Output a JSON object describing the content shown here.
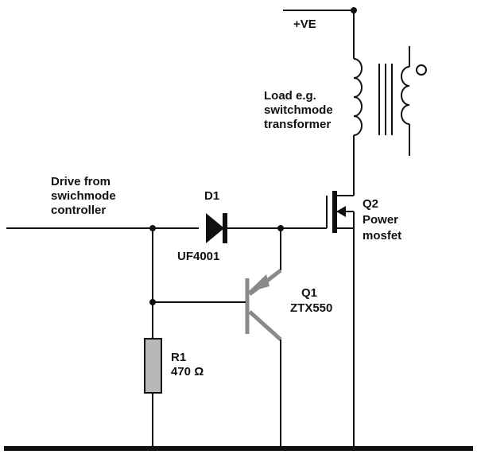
{
  "supply": {
    "label": "+VE"
  },
  "load": {
    "line1": "Load e.g.",
    "line2": "switchmode",
    "line3": "transformer"
  },
  "drive": {
    "line1": "Drive from",
    "line2": "swichmode",
    "line3": "controller"
  },
  "d1": {
    "ref": "D1",
    "part": "UF4001"
  },
  "q1": {
    "ref": "Q1",
    "part": "ZTX550"
  },
  "q2": {
    "ref": "Q2",
    "line2": "Power",
    "line3": "mosfet"
  },
  "r1": {
    "ref": "R1",
    "value": "470 Ω"
  },
  "colors": {
    "wire": "#111111",
    "transistor": "#8a8a8a",
    "resistor": "#b8b8b8"
  }
}
